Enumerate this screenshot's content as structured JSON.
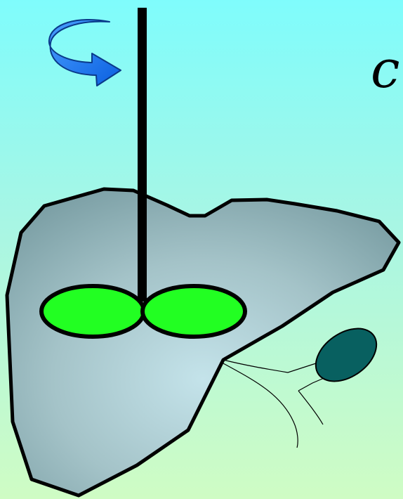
{
  "diagram": {
    "title_fragment": "c",
    "colors": {
      "background_top": "#7ffcfc",
      "background_bottom": "#cffcc4",
      "organ_fill_center": "#c4e3ea",
      "organ_fill_edge": "#7a9ea4",
      "outline": "#000000",
      "blade_fill": "#22ff22",
      "arrow_fill": "#1a7fff",
      "gallbladder_fill": "#086060"
    },
    "icons": [
      "rotation-arrow-icon"
    ],
    "elements": [
      "liver",
      "shaft",
      "blade-left",
      "blade-right",
      "gallbladder",
      "bile-ducts"
    ]
  }
}
